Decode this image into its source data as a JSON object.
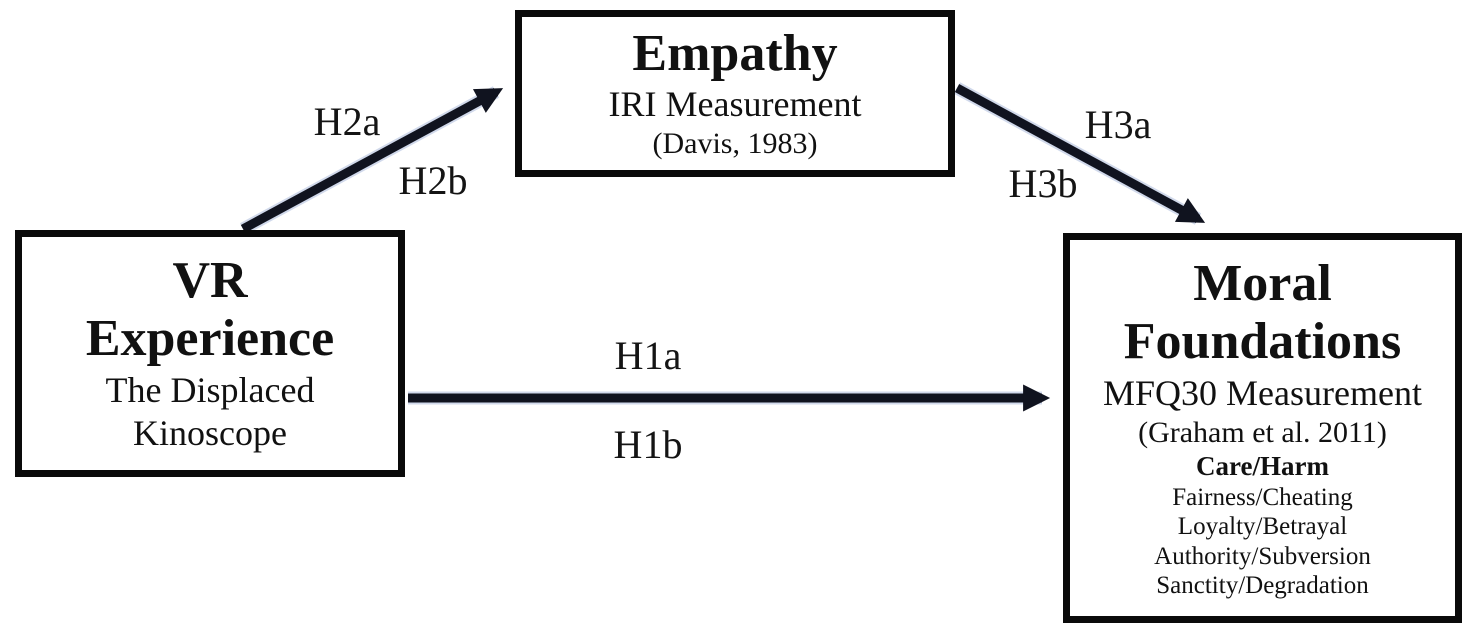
{
  "diagram": {
    "vr_box": {
      "title": "VR Experience",
      "subtitle": "The Displaced Kinoscope"
    },
    "empathy_box": {
      "title": "Empathy",
      "line1": "IRI Measurement",
      "line2": "(Davis, 1983)"
    },
    "moral_box": {
      "title": "Moral Foundations",
      "line1": "MFQ30 Measurement",
      "line2": "(Graham et al. 2011)",
      "foundations": [
        "Care/Harm",
        "Fairness/Cheating",
        "Loyalty/Betrayal",
        "Authority/Subversion",
        "Sanctity/Degradation"
      ]
    },
    "arrows": [
      {
        "from": "vr-experience",
        "to": "empathy",
        "labels": [
          "H2a",
          "H2b"
        ]
      },
      {
        "from": "empathy",
        "to": "moral-foundations",
        "labels": [
          "H3a",
          "H3b"
        ]
      },
      {
        "from": "vr-experience",
        "to": "moral-foundations",
        "labels": [
          "H1a",
          "H1b"
        ]
      }
    ],
    "colors": {
      "arrow": "#10131f",
      "arrow_halo": "#c9d3e8",
      "border": "#0a0a0a",
      "text": "#111111",
      "background": "#ffffff"
    }
  }
}
